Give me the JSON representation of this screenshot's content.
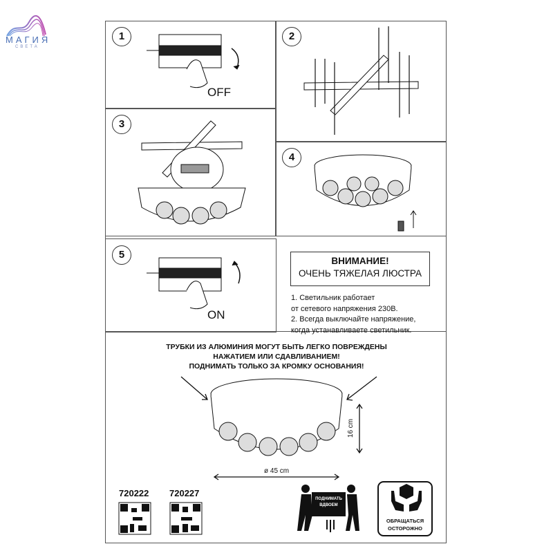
{
  "logo": {
    "name": "МАГИЯ",
    "sub": "СВЕТА"
  },
  "steps": [
    {
      "number": "1",
      "label": "OFF"
    },
    {
      "number": "2"
    },
    {
      "number": "3"
    },
    {
      "number": "4"
    },
    {
      "number": "5",
      "label": "ON"
    }
  ],
  "warning": {
    "title": "ВНИМАНИЕ!",
    "subtitle": "ОЧЕНЬ ТЯЖЕЛАЯ ЛЮСТРА"
  },
  "notes": [
    "1. Светильник работает",
    "от сетевого напряжения 230В.",
    "2. Всегда выключайте напряжение,",
    "когда устанавливаете светильник."
  ],
  "caution": [
    "ТРУБКИ ИЗ АЛЮМИНИЯ МОГУТ БЫТЬ ЛЕГКО ПОВРЕЖДЕНЫ",
    "НАЖАТИЕМ ИЛИ СДАВЛИВАНИЕМ!",
    "ПОДНИМАТЬ ТОЛЬКО ЗА КРОМКУ ОСНОВАНИЯ!"
  ],
  "dimensions": {
    "diameter": "ø 45 cm",
    "height": "16 cm"
  },
  "models": [
    "720222",
    "720227"
  ],
  "lift_sign": {
    "line1": "ПОДНИМАТЬ",
    "line2": "ВДВОЕМ"
  },
  "care_sign": {
    "line1": "ОБРАЩАТЬСЯ",
    "line2": "ОСТОРОЖНО"
  }
}
